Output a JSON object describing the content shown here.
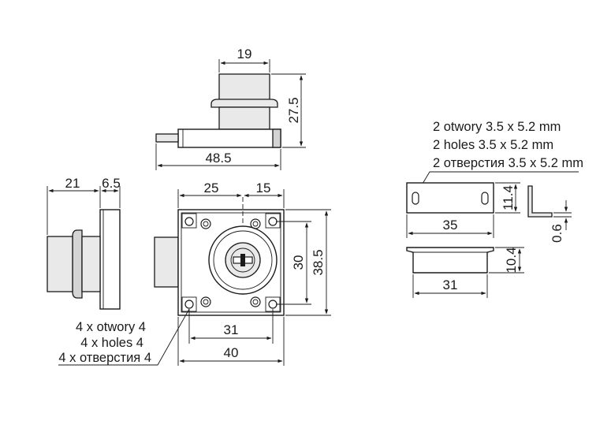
{
  "top_view": {
    "dim_head_width": "19",
    "dim_height": "27.5",
    "dim_length": "48.5"
  },
  "side_view": {
    "dim_body_depth": "21",
    "dim_plate_thickness": "6.5"
  },
  "front_view": {
    "dim_left_offset": "25",
    "dim_right_offset": "15",
    "dim_hole_spacing_v": "30",
    "dim_overall_height": "38.5",
    "dim_hole_spacing_h": "31",
    "dim_overall_width": "40",
    "holes_note": [
      "4 x otwory  4",
      "4 x holes  4",
      "4 x отверстия  4"
    ]
  },
  "strike_plate": {
    "holes_note": [
      "2 otwory 3.5 x 5.2 mm",
      "2 holes 3.5 x 5.2 mm",
      "2 отверстия 3.5 x 5.2 mm"
    ],
    "dim_width": "35",
    "dim_height": "11.4",
    "dim_thickness": "0.6",
    "dim_bottom_width": "31",
    "dim_bottom_height": "10.4"
  },
  "colors": {
    "line": "#1a1a1a",
    "shade": "#e9e9e9",
    "background": "#ffffff"
  }
}
